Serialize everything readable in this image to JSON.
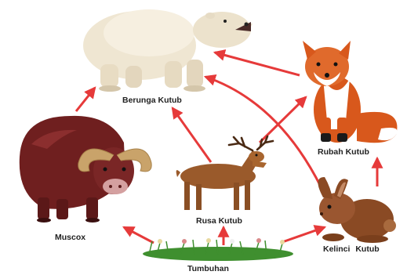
{
  "nodes": {
    "bear": {
      "label": "Berunga Kutub",
      "icon": "polar-bear-icon"
    },
    "fox": {
      "label": "Rubah Kutub",
      "icon": "arctic-fox-icon"
    },
    "muskox": {
      "label": "Muscox",
      "icon": "muskox-icon"
    },
    "deer": {
      "label": "Rusa Kutub",
      "icon": "reindeer-icon"
    },
    "rabbit": {
      "label": "Kelinci Kutub",
      "icon": "arctic-hare-icon"
    },
    "plants": {
      "label": "Tumbuhan",
      "icon": "plants-icon"
    }
  },
  "edges": [
    [
      "plants",
      "muskox"
    ],
    [
      "plants",
      "deer"
    ],
    [
      "plants",
      "rabbit"
    ],
    [
      "muskox",
      "bear"
    ],
    [
      "deer",
      "bear"
    ],
    [
      "deer",
      "fox"
    ],
    [
      "rabbit",
      "bear"
    ],
    [
      "rabbit",
      "fox"
    ],
    [
      "fox",
      "bear"
    ]
  ],
  "colors": {
    "arrow": "#e63a3a",
    "bear": "#efe6d2",
    "fox": "#d8581c",
    "muskox": "#6f1f1f",
    "deer": "#9a5a2b",
    "rabbit": "#8a4a24",
    "grass": "#3f8f2f"
  }
}
